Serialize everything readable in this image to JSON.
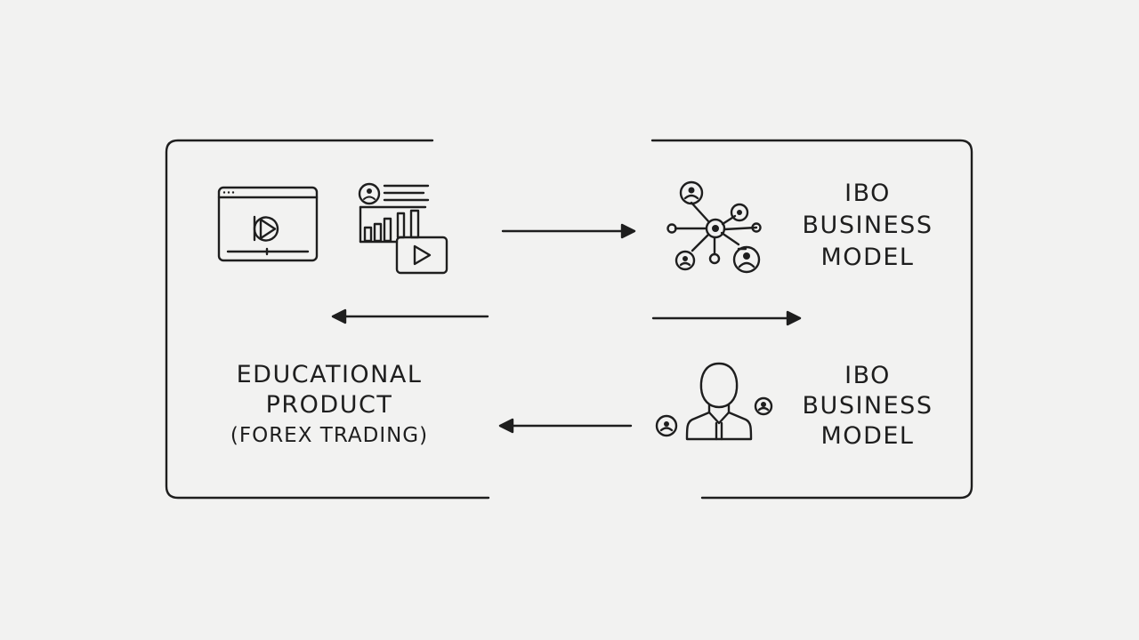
{
  "diagram": {
    "educational_product": {
      "line1": "EDUCATIONAL",
      "line2": "PRODUCT",
      "line3": "(FOREX TRADING)"
    },
    "ibo_model_top": {
      "line1": "IBO",
      "line2": "BUSINESS",
      "line3": "MODEL"
    },
    "ibo_model_bottom": {
      "line1": "IBO",
      "line2": "BUSINESS",
      "line3": "MODEL"
    },
    "colors": {
      "background": "#f2f2f1",
      "stroke": "#1e1e1e"
    },
    "icons": [
      "video-player-icon",
      "dashboard-video-icon",
      "network-icon",
      "person-icon"
    ]
  }
}
